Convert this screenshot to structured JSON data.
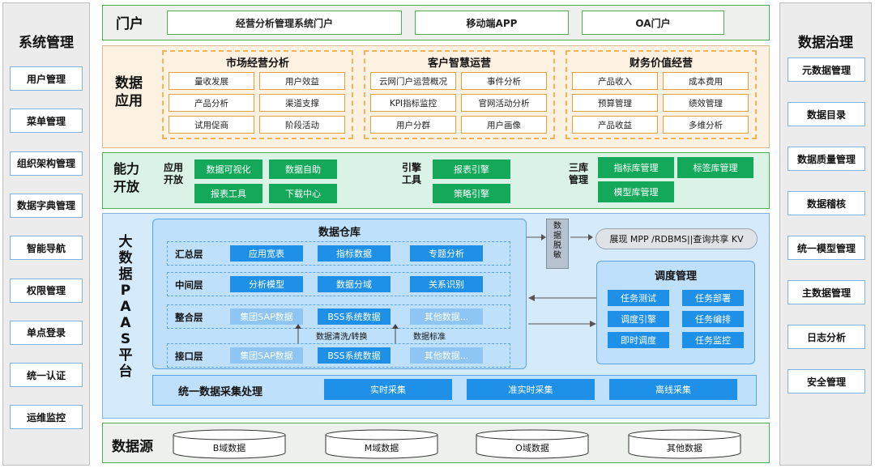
{
  "left_panel": {
    "title": "系统管理",
    "items": [
      "用户管理",
      "菜单管理",
      "组织架构管理",
      "数据字典管理",
      "智能导航",
      "权限管理",
      "单点登录",
      "统一认证",
      "运维监控"
    ]
  },
  "right_panel": {
    "title": "数据治理",
    "items": [
      "元数据管理",
      "数据目录",
      "数据质量管理",
      "数据稽核",
      "统一模型管理",
      "主数据管理",
      "日志分析",
      "安全管理"
    ]
  },
  "portal": {
    "label": "门户",
    "items": [
      "经营分析管理系统门户",
      "移动端APP",
      "OA门户"
    ]
  },
  "data_app": {
    "label": "数据应用",
    "groups": [
      {
        "title": "市场经营分析",
        "items": [
          "量收发展",
          "用户效益",
          "产品分析",
          "渠道支撑",
          "试用促商",
          "阶段活动"
        ]
      },
      {
        "title": "客户智慧运营",
        "items": [
          "云网门户运营概况",
          "事件分析",
          "KPI指标监控",
          "官网活动分析",
          "用户分群",
          "用户画像"
        ]
      },
      {
        "title": "财务价值经营",
        "items": [
          "产品收入",
          "成本费用",
          "预算管理",
          "绩效管理",
          "产品收益",
          "多维分析"
        ]
      }
    ]
  },
  "capability": {
    "label": "能力开放",
    "app_label": "应用开放",
    "app_items": [
      "数据可视化",
      "数据自助",
      "报表工具",
      "下载中心"
    ],
    "engine_label": "引擎工具",
    "engine_items": [
      "报表引擎",
      "策略引擎"
    ],
    "lib_label": "三库管理",
    "lib_items": [
      "指标库管理",
      "标签库管理",
      "模型库管理"
    ]
  },
  "paas": {
    "label": "大数据PAAS平台",
    "warehouse": {
      "title": "数据仓库",
      "layers": [
        {
          "label": "汇总层",
          "items": [
            "应用宽表",
            "指标数据",
            "专题分析"
          ]
        },
        {
          "label": "中间层",
          "items": [
            "分析模型",
            "数据分域",
            "关系识别"
          ]
        },
        {
          "label": "整合层",
          "items": [
            "集团SAP数据",
            "BSS系统数据",
            "其他数据..."
          ]
        },
        {
          "label": "接口层",
          "items": [
            "集团SAP数据",
            "BSS系统数据",
            "其他数据..."
          ]
        }
      ],
      "annot_clean": "数据清洗/转换",
      "annot_std": "数据标准"
    },
    "desensitize": "数据脱敏",
    "display": "展现 MPP /RDBMS||查询共享 KV",
    "schedule": {
      "title": "调度管理",
      "items": [
        "任务测试",
        "任务部署",
        "调度引擎",
        "任务编排",
        "即时调度",
        "任务监控"
      ]
    },
    "collect": {
      "label": "统一数据采集处理",
      "items": [
        "实时采集",
        "准实时采集",
        "离线采集"
      ]
    }
  },
  "source": {
    "label": "数据源",
    "items": [
      "B域数据",
      "M域数据",
      "O域数据",
      "其他数据"
    ]
  }
}
